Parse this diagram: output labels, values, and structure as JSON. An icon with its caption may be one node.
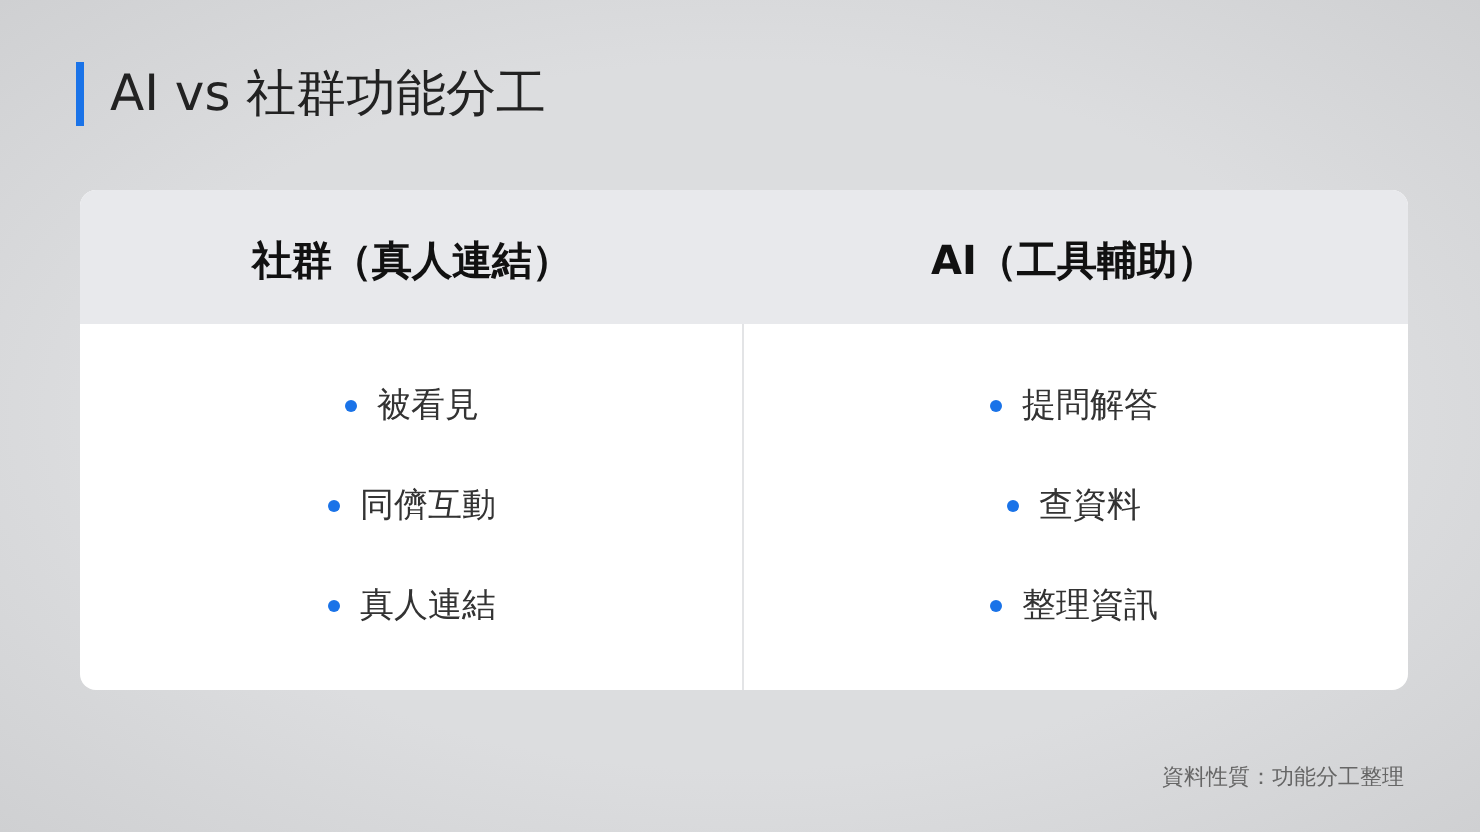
{
  "diagram": {
    "title": "AI vs 社群功能分工",
    "caption": "資料性質：功能分工整理",
    "labels": [
      "社群（真人連結）",
      "AI（工具輔助）",
      "被看見",
      "提問解答",
      "同儕互動",
      "查資料",
      "真人連結",
      "整理資訊"
    ]
  }
}
